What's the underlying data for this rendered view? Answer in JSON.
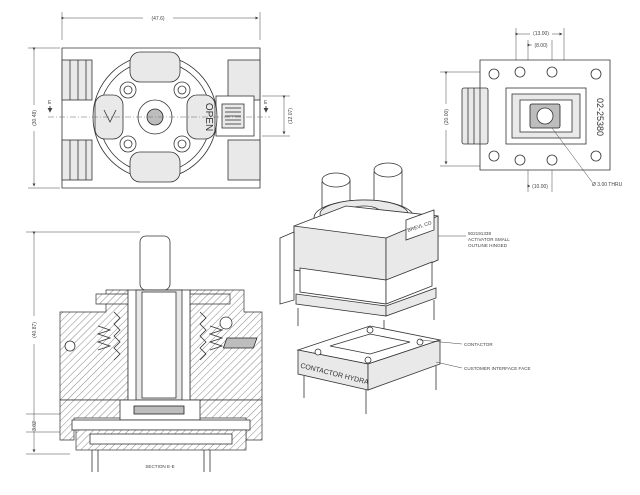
{
  "top_view": {
    "dim_width": "(47.6)",
    "dim_height": "(30.48)",
    "dim_right": "(12.07)",
    "open_label": "OPEN",
    "section_mark_left": "E",
    "section_mark_right": "E"
  },
  "right_view": {
    "dim_top_outer": "(13.00)",
    "dim_top_inner": "(8.00)",
    "dim_left": "(20.00)",
    "dim_bottom": "(10.00)",
    "dim_thru": "Ø 3.00 THRU",
    "part_number": "02-25380"
  },
  "section_view": {
    "dim_height": "(40.87)",
    "dim_small": "3.02",
    "title": "SECTION E-E"
  },
  "iso_view": {
    "activator_note_1": "502191338",
    "activator_note_2": "ACTIVATOR SMALL",
    "activator_note_3": "OUTLINE HINGED",
    "lid_label": "BREVI, CO",
    "contactor_label": "CONTACTOR",
    "interface_label": "CUSTOMER INTERFACE FACE",
    "base_text": "CONTACTOR HYDRA"
  }
}
